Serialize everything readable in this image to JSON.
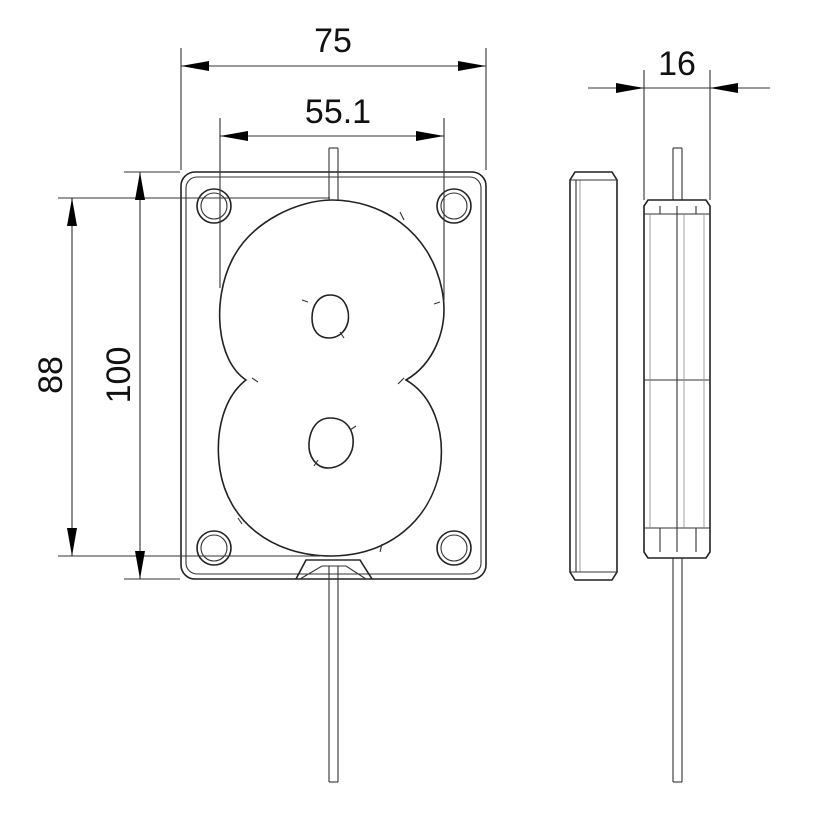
{
  "dimensions": {
    "width_overall": "75",
    "width_inner": "55.1",
    "thickness": "16",
    "height_holes": "88",
    "height_overall": "100"
  },
  "colors": {
    "line": "#222222",
    "background": "#ffffff"
  }
}
